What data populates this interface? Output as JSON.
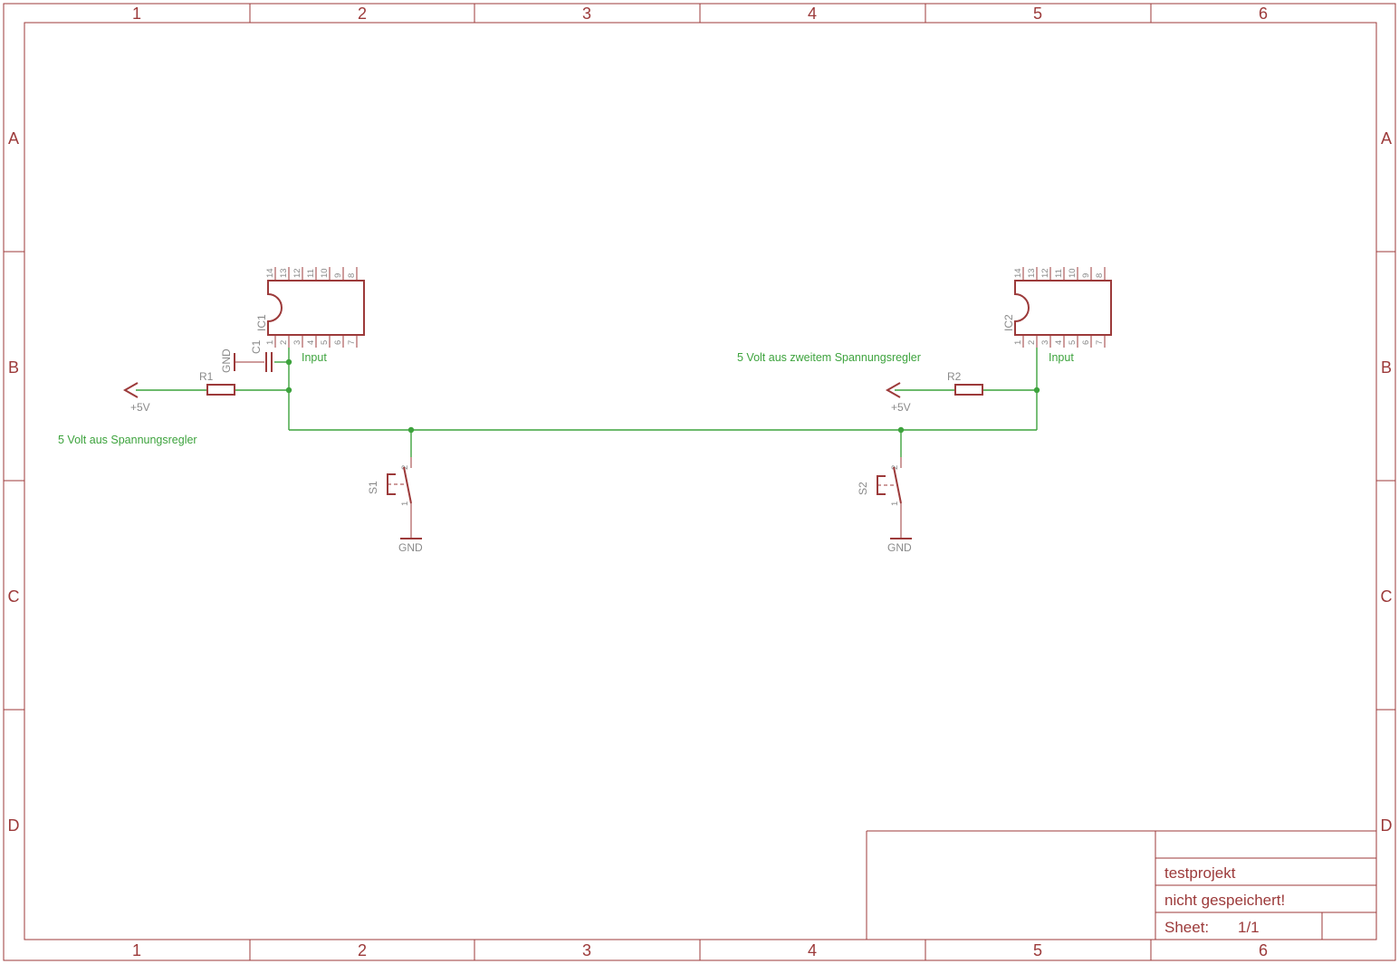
{
  "frame": {
    "columns": [
      "1",
      "2",
      "3",
      "4",
      "5",
      "6"
    ],
    "rows": [
      "A",
      "B",
      "C",
      "D"
    ]
  },
  "parts": {
    "ic1": {
      "name": "IC1",
      "pins_top": [
        "14",
        "13",
        "12",
        "11",
        "10",
        "9",
        "8"
      ],
      "pins_bottom": [
        "1",
        "2",
        "3",
        "4",
        "5",
        "6",
        "7"
      ]
    },
    "ic2": {
      "name": "IC2",
      "pins_top": [
        "14",
        "13",
        "12",
        "11",
        "10",
        "9",
        "8"
      ],
      "pins_bottom": [
        "1",
        "2",
        "3",
        "4",
        "5",
        "6",
        "7"
      ]
    },
    "c1": {
      "name": "C1",
      "gnd": "GND"
    },
    "r1": {
      "name": "R1"
    },
    "r2": {
      "name": "R2"
    },
    "s1": {
      "name": "S1",
      "pin_top": "2",
      "pin_bottom": "1",
      "gnd": "GND"
    },
    "s2": {
      "name": "S2",
      "pin_top": "2",
      "pin_bottom": "1",
      "gnd": "GND"
    },
    "supply1": {
      "label": "+5V"
    },
    "supply2": {
      "label": "+5V"
    }
  },
  "labels": {
    "input1": "Input",
    "input2": "Input",
    "note1": "5 Volt aus Spannungsregler",
    "note2": "5 Volt aus zweitem Spannungsregler"
  },
  "title_block": {
    "title": "testprojekt",
    "status": "nicht gespeichert!",
    "sheet_label": "Sheet:",
    "sheet_value": "1/1"
  },
  "colors": {
    "symbol": "#9c3a3a",
    "net": "#3da33d",
    "name": "#8a8a8a"
  }
}
